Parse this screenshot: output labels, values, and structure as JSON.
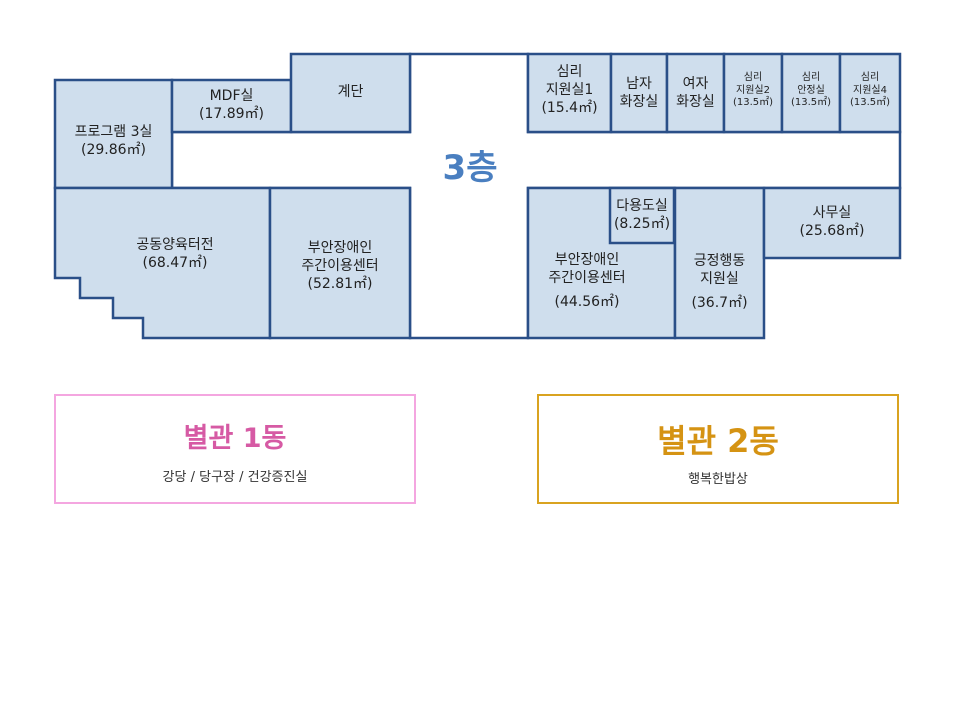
{
  "floor": {
    "title": "3층",
    "colors": {
      "room_fill": "#cfdeed",
      "wall": "#2a4f88",
      "floor_title": "#4a7fc0"
    },
    "rooms": {
      "program3": {
        "name": "프로그램 3실",
        "area": "(29.86㎡)"
      },
      "mdf": {
        "name": "MDF실",
        "area": "(17.89㎡)"
      },
      "stairs": {
        "name": "계단"
      },
      "psych1": {
        "line1": "심리",
        "line2": "지원실1",
        "area": "(15.4㎡)"
      },
      "men_toilet": {
        "line1": "남자",
        "line2": "화장실"
      },
      "women_toilet": {
        "line1": "여자",
        "line2": "화장실"
      },
      "psych2": {
        "line1": "심리",
        "line2": "지원실2",
        "area": "(13.5㎡)"
      },
      "psych_stable": {
        "line1": "심리",
        "line2": "안정실",
        "area": "(13.5㎡)"
      },
      "psych4": {
        "line1": "심리",
        "line2": "지원실4",
        "area": "(13.5㎡)"
      },
      "childcare": {
        "name": "공동양육터전",
        "area": "(68.47㎡)"
      },
      "daycare_left": {
        "line1": "부안장애인",
        "line2": "주간이용센터",
        "area": "(52.81㎡)"
      },
      "daycare_right": {
        "line1": "부안장애인",
        "line2": "주간이용센터",
        "area": "(44.56㎡)"
      },
      "multipurpose": {
        "name": "다용도실",
        "area": "(8.25㎡)"
      },
      "positive": {
        "line1": "긍정행동",
        "line2": "지원실",
        "area": "(36.7㎡)"
      },
      "office": {
        "name": "사무실",
        "area": "(25.68㎡)"
      }
    }
  },
  "annex1": {
    "title": "별관  1동",
    "subtitle": "강당  /  당구장  /  건강증진실",
    "colors": {
      "border": "#f4a6e0",
      "title": "#d65aa4"
    }
  },
  "annex2": {
    "title": "별관  2동",
    "subtitle": "행복한밥상",
    "colors": {
      "border": "#d9a320",
      "title": "#d59313"
    }
  }
}
